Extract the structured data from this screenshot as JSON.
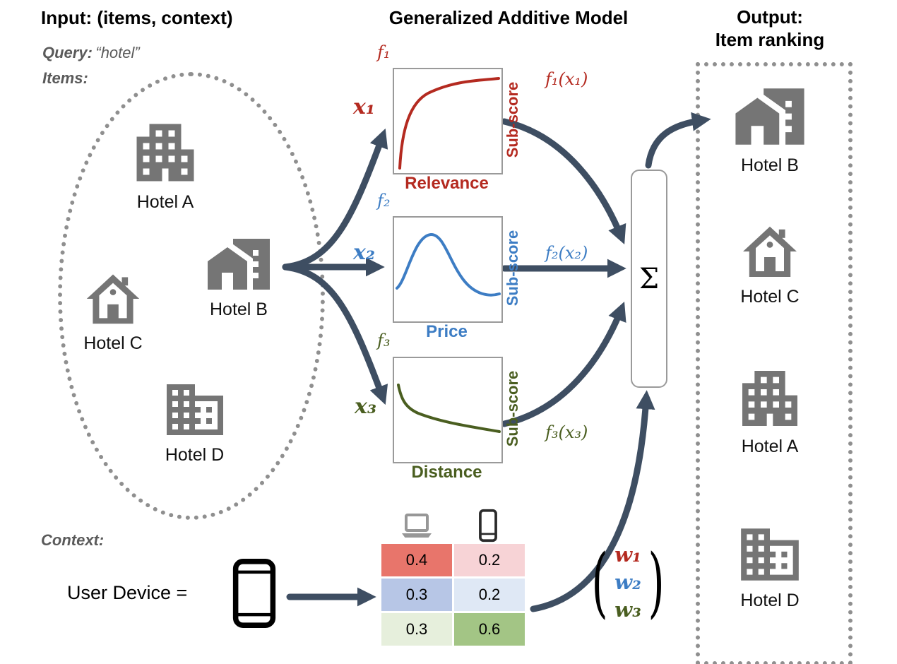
{
  "titles": {
    "input": "Input: (items, context)",
    "model": "Generalized Additive Model",
    "output_line1": "Output:",
    "output_line2": "Item ranking"
  },
  "input": {
    "query_label": "Query:",
    "query_value": "“hotel”",
    "items_label": "Items:",
    "hotels": [
      {
        "name": "Hotel A",
        "icon": "building-icon"
      },
      {
        "name": "Hotel B",
        "icon": "home-work-icon"
      },
      {
        "name": "Hotel C",
        "icon": "house-icon"
      },
      {
        "name": "Hotel D",
        "icon": "building-icon"
      }
    ]
  },
  "model": {
    "functions": [
      {
        "f_label": "f₁",
        "x_label": "x₁",
        "output_label": "f₁(x₁)",
        "axis_label": "Sub-score",
        "title": "Relevance",
        "color": "#b42a20",
        "shape": "increasing-concave"
      },
      {
        "f_label": "f₂",
        "x_label": "x₂",
        "output_label": "f₂(x₂)",
        "axis_label": "Sub-score",
        "title": "Price",
        "color": "#3d7dc4",
        "shape": "bell"
      },
      {
        "f_label": "f₃",
        "x_label": "x₃",
        "output_label": "f₃(x₃)",
        "axis_label": "Sub-score",
        "title": "Distance",
        "color": "#4a5e20",
        "shape": "decreasing-convex"
      }
    ],
    "sum_symbol": "Σ"
  },
  "context": {
    "label": "Context:",
    "device_label": "User Device =",
    "table": {
      "column_icons": [
        "laptop-icon",
        "phone-icon"
      ],
      "rows": [
        {
          "values": [
            "0.4",
            "0.2"
          ],
          "colors": [
            "#e8756b",
            "#f7d3d6"
          ]
        },
        {
          "values": [
            "0.3",
            "0.2"
          ],
          "colors": [
            "#b7c6e6",
            "#dfe8f5"
          ]
        },
        {
          "values": [
            "0.3",
            "0.6"
          ],
          "colors": [
            "#e6efdc",
            "#a3c585"
          ]
        }
      ]
    },
    "weights": [
      "w₁",
      "w₂",
      "w₃"
    ],
    "vector_parens": [
      "(",
      ")"
    ]
  },
  "output": {
    "ranking": [
      "Hotel B",
      "Hotel C",
      "Hotel A",
      "Hotel D"
    ]
  },
  "colors": {
    "arrow": "#3e4e62",
    "icon_gray": "#757575",
    "red": "#b42a20",
    "blue": "#3d7dc4",
    "green": "#4a5e20"
  }
}
